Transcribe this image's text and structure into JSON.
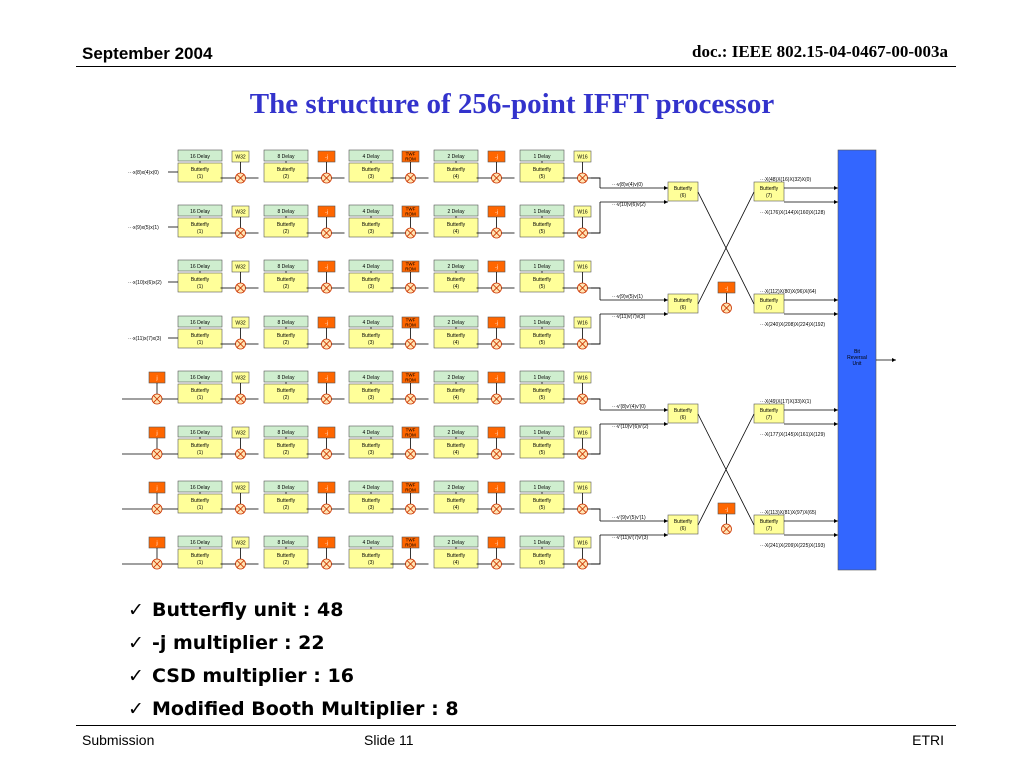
{
  "header": {
    "date": "September 2004",
    "doc": "doc.: IEEE 802.15-04-0467-00-003a"
  },
  "title": "The structure of 256-point IFFT processor",
  "diagram": {
    "stage_labels": {
      "d16": "16 Delay",
      "d8": "8 Delay",
      "d4": "4 Delay",
      "d2": "2 Delay",
      "d1": "1 Delay",
      "w32": "W32",
      "mj": "-j",
      "twf1": "TWF",
      "twf2": "ROM",
      "w16": "W16",
      "j": "j",
      "bf": "Butterfly",
      "s1": "(1)",
      "s2": "(2)",
      "s3": "(3)",
      "s4": "(4)",
      "s5": "(5)",
      "s6": "(6)",
      "s7": "(7)"
    },
    "inputs": [
      "x(8)x(4)x(0)",
      "x(9)x(5)x(1)",
      "x(10)x(6)x(2)",
      "x(11)x(7)x(3)"
    ],
    "mid_labels": [
      "v(8)v(4)v(0)",
      "v(10)v(6)v(2)",
      "v(9)v(5)v(1)",
      "v(11)v(7)v(3)",
      "v'(8)v'(4)v'(0)",
      "v'(10)v'(6)v'(2)",
      "v'(9)v'(5)v'(1)",
      "v'(11)v'(7)v'(3)"
    ],
    "outputs": [
      "X(48)X(16)X(32)X(0)",
      "X(176)X(144)X(160)X(128)",
      "X(112)X(80)X(96)X(64)",
      "X(240)X(208)X(224)X(192)",
      "X(49)X(17)X(33)X(1)",
      "X(177)X(145)X(161)X(129)",
      "X(113)X(81)X(97)X(65)",
      "X(241)X(209)X(225)X(193)"
    ],
    "bitrev": [
      "Bit",
      "Reversal",
      "Unit"
    ],
    "colors": {
      "green": "#cfeecf",
      "yellow": "#ffff99",
      "orange": "#ff6600",
      "blue": "#3366ff"
    }
  },
  "bullets": [
    "Butterfly unit : 48",
    "-j multiplier : 22",
    "CSD multiplier : 16",
    "Modified Booth Multiplier : 8"
  ],
  "footer": {
    "left": "Submission",
    "center": "Slide 11",
    "right": "ETRI"
  }
}
